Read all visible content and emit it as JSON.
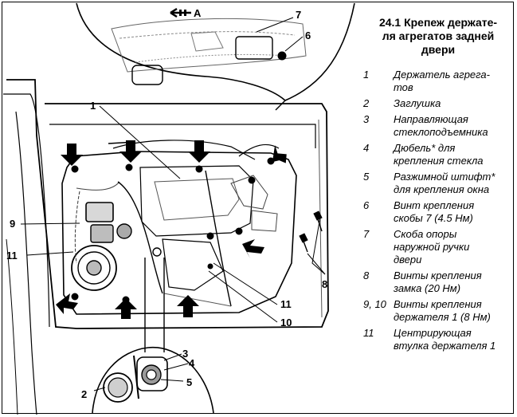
{
  "title": "24.1 Крепеж держателя агрегатов задней двери",
  "title_lines": [
    "24.1 Крепеж держате-",
    "ля агрегатов задней",
    "двери"
  ],
  "legend": [
    {
      "num": "1",
      "lines": [
        "Держатель агрега-",
        "тов"
      ]
    },
    {
      "num": "2",
      "lines": [
        "Заглушка"
      ]
    },
    {
      "num": "3",
      "lines": [
        "Направляющая",
        "стеклоподъемника"
      ]
    },
    {
      "num": "4",
      "lines": [
        "Дюбель* для",
        "крепления стекла"
      ]
    },
    {
      "num": "5",
      "lines": [
        "Разжимной штифт*",
        "для крепления окна"
      ]
    },
    {
      "num": "6",
      "lines": [
        "Винт крепления",
        "скобы 7 (4.5 Нм)"
      ]
    },
    {
      "num": "7",
      "lines": [
        "Скоба опоры",
        "наружной ручки",
        "двери"
      ]
    },
    {
      "num": "8",
      "lines": [
        "Винты крепления",
        "замка (20 Нм)"
      ]
    },
    {
      "num": "9, 10",
      "lines": [
        "Винты крепления",
        "держателя 1 (8 Нм)"
      ]
    },
    {
      "num": "11",
      "lines": [
        "Центрирующая",
        "втулка держателя 1"
      ]
    }
  ],
  "callouts": {
    "c1": "1",
    "c2": "2",
    "c3": "3",
    "c4": "4",
    "c5": "5",
    "c6": "6",
    "c7": "7",
    "c8": "8",
    "c9": "9",
    "c10": "10",
    "c11a": "11",
    "c11b": "11"
  },
  "view_marker": "A",
  "colors": {
    "ink": "#000000",
    "paper": "#ffffff",
    "shade": "#9a9a9a"
  }
}
